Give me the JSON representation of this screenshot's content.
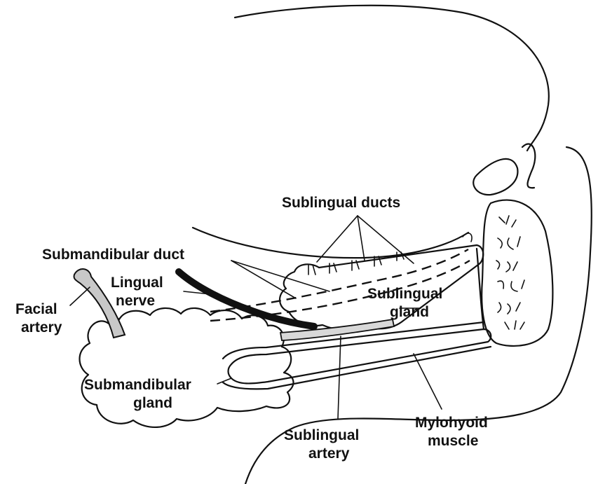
{
  "labels": {
    "sublingual_ducts": "Sublingual ducts",
    "submandibular_duct": "Submandibular duct",
    "lingual_nerve_1": "Lingual",
    "lingual_nerve_2": "nerve",
    "facial_artery_1": "Facial",
    "facial_artery_2": "artery",
    "sublingual_gland_1": "Sublingual",
    "sublingual_gland_2": "gland",
    "submandibular_gland_1": "Submandibular",
    "submandibular_gland_2": "gland",
    "sublingual_artery_1": "Sublingual",
    "sublingual_artery_2": "artery",
    "mylohyoid_muscle_1": "Mylohyoid",
    "mylohyoid_muscle_2": "muscle"
  },
  "colors": {
    "outline": "#111111",
    "nerve": "#111111",
    "artery_fill": "#c8c8c8",
    "background": "#ffffff"
  }
}
